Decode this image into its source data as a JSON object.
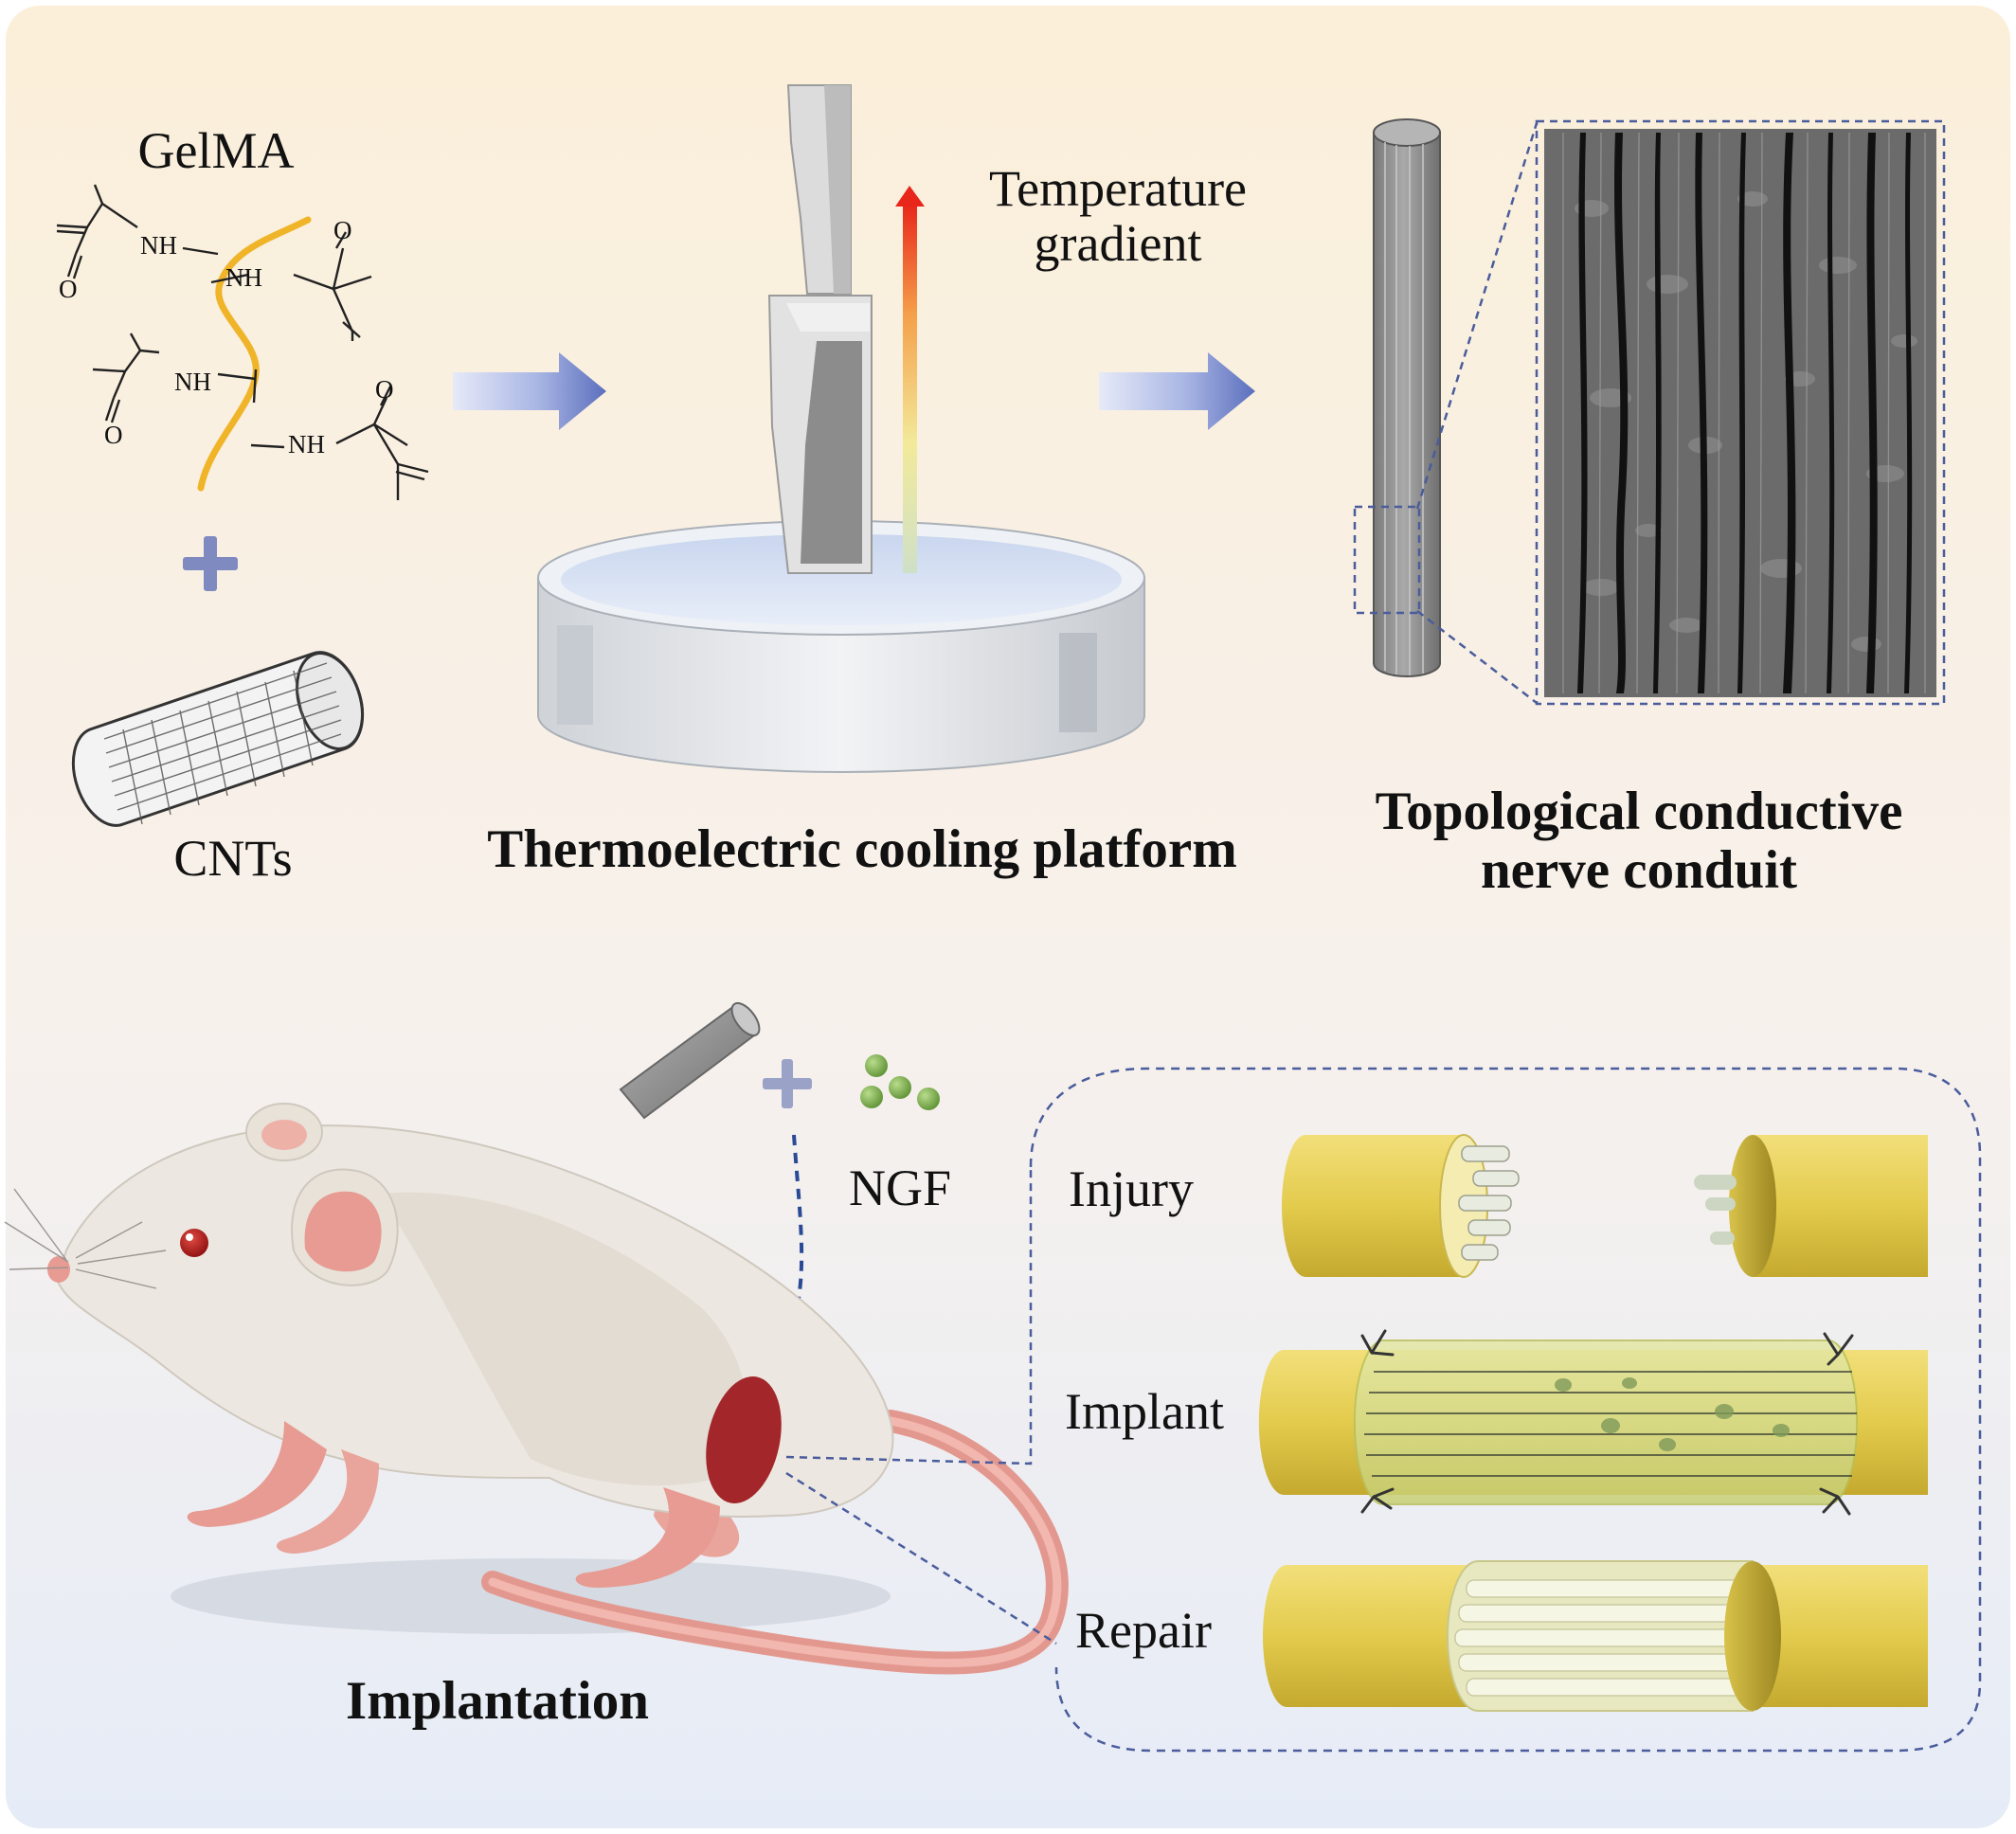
{
  "labels": {
    "gelma": "GelMA",
    "cnts": "CNTs",
    "temperature_gradient_line1": "Temperature",
    "temperature_gradient_line2": "gradient",
    "platform": "Thermoelectric cooling platform",
    "conduit_line1": "Topological conductive",
    "conduit_line2": "nerve conduit",
    "ngf": "NGF",
    "implantation": "Implantation",
    "injury": "Injury",
    "implant": "Implant",
    "repair": "Repair"
  },
  "chemistry": {
    "nh": "NH",
    "o": "O"
  },
  "colors": {
    "background_top": "#fbefd9",
    "background_bottom": "#e6ecf7",
    "arrow": "#6b7dc4",
    "plus": "#7f8bc0",
    "polymer_chain": "#f0b429",
    "nerve_yellow": "#e3cb4d",
    "conduit_gray": "#8c8c8c",
    "mouse_body": "#ece7e0",
    "mouse_pink": "#e79b92",
    "wound": "#a3262a",
    "ngf_green": "#7cab4a",
    "dashed_line": "#4a5c9c"
  }
}
